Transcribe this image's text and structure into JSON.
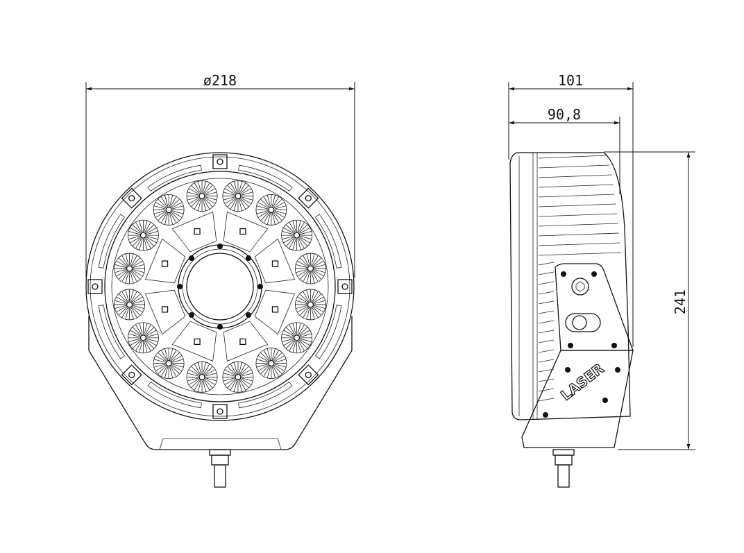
{
  "drawing": {
    "front_view": {
      "dimension_diameter": "ø218"
    },
    "side_view": {
      "dimension_depth_total": "101",
      "dimension_depth_body": "90,8",
      "dimension_height": "241",
      "brand_logo": "LASER"
    }
  }
}
